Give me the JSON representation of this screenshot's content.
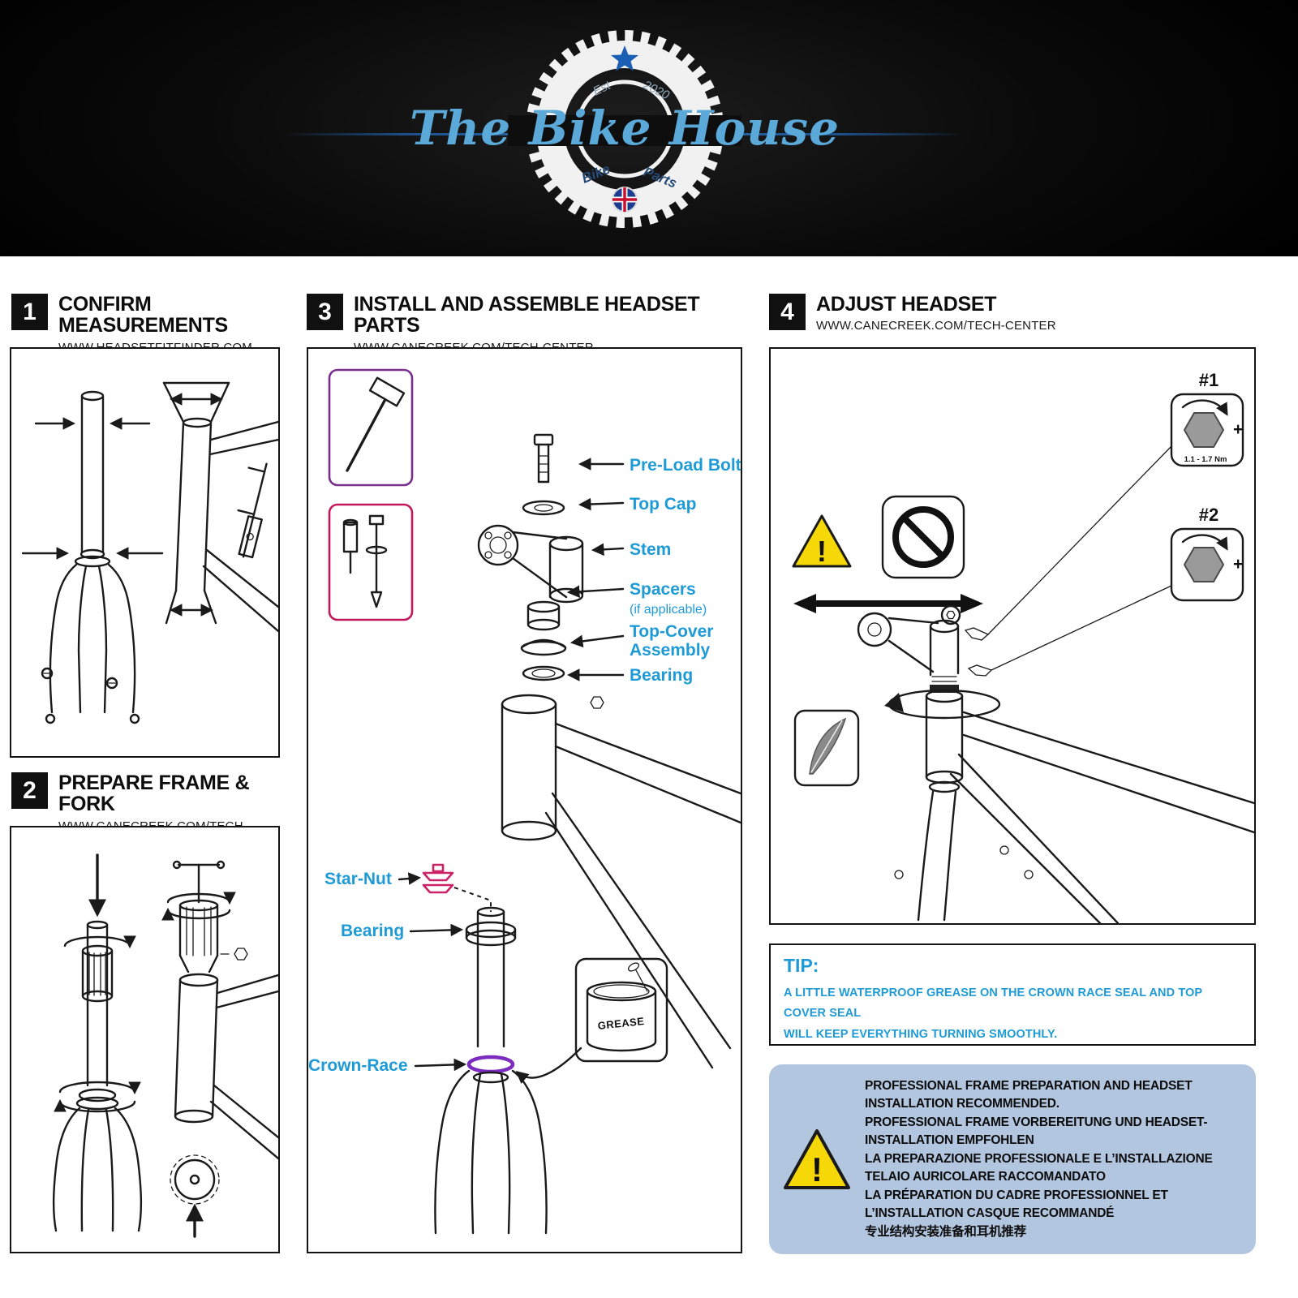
{
  "header": {
    "brand": "The Bike House",
    "est": "Est",
    "year": "2020",
    "bike": "Bike",
    "parts": "Parts"
  },
  "steps": [
    {
      "number": "1",
      "title": "CONFIRM MEASUREMENTS",
      "url": "WWW.HEADSETFITFINDER.COM"
    },
    {
      "number": "2",
      "title": "PREPARE FRAME & FORK",
      "url": "WWW.CANECREEK.COM/TECH-CENTER"
    },
    {
      "number": "3",
      "title": "INSTALL AND ASSEMBLE HEADSET PARTS",
      "url": "WWW.CANECREEK.COM/TECH-CENTER"
    },
    {
      "number": "4",
      "title": "ADJUST HEADSET",
      "url": "WWW.CANECREEK.COM/TECH-CENTER"
    }
  ],
  "step3": {
    "labels": {
      "pre_load_bolt": "Pre-Load Bolt",
      "top_cap": "Top Cap",
      "stem": "Stem",
      "spacers": "Spacers",
      "spacers_note": "(if applicable)",
      "top_cover_line1": "Top-Cover",
      "top_cover_line2": "Assembly",
      "bearing_upper": "Bearing",
      "star_nut": "Star-Nut",
      "bearing_lower": "Bearing",
      "crown_race": "Crown-Race",
      "grease": "GREASE"
    }
  },
  "step4": {
    "tool1": "#1",
    "tool2": "#2",
    "plus": "+",
    "torque": "1.1 - 1.7 Nm",
    "warning": "!"
  },
  "tip": {
    "title": "TIP:",
    "line1": "A LITTLE WATERPROOF GREASE ON THE CROWN RACE SEAL AND TOP COVER SEAL",
    "line2": "WILL KEEP EVERYTHING TURNING SMOOTHLY."
  },
  "notice": {
    "warning": "!",
    "lines": [
      "PROFESSIONAL FRAME PREPARATION AND HEADSET",
      "INSTALLATION RECOMMENDED.",
      "PROFESSIONAL FRAME VORBEREITUNG UND HEADSET-",
      "INSTALLATION EMPFOHLEN",
      "LA PREPARAZIONE PROFESSIONALE E L’INSTALLAZIONE",
      "TELAIO AURICOLARE RACCOMANDATO",
      "LA PRÉPARATION DU CADRE PROFESSIONNEL ET",
      "L’INSTALLATION CASQUE RECOMMANDÉ",
      "专业结构安装准备和耳机推荐"
    ]
  },
  "colors": {
    "accent": "#1e9bd7",
    "brand_blue": "#5ba9d8",
    "notice_bg": "#b3c6e0",
    "warning_yellow": "#f6d808",
    "star_nut": "#cc2366",
    "crown_race": "#7b2cbf",
    "tool_box_purple": "#7a2f8f",
    "tool_box_pink": "#c2185b"
  }
}
